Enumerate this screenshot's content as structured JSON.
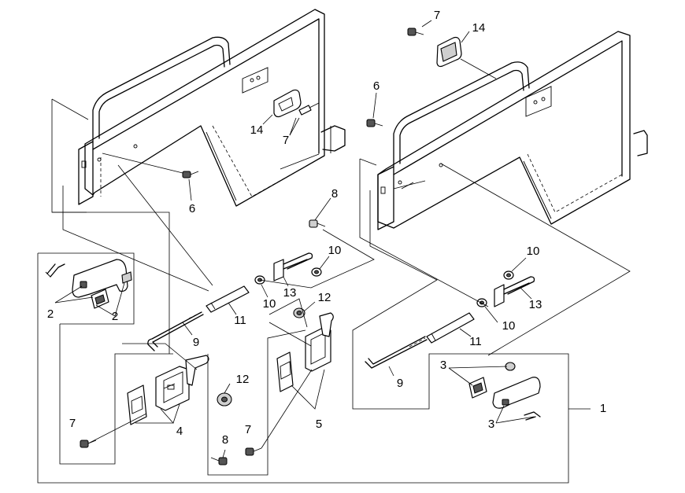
{
  "callouts": [
    {
      "id": "c-7-top",
      "text": "7"
    },
    {
      "id": "c-14-top",
      "text": "14"
    },
    {
      "id": "c-6-right",
      "text": "6"
    },
    {
      "id": "c-14-left",
      "text": "14"
    },
    {
      "id": "c-7-left",
      "text": "7"
    },
    {
      "id": "c-6-left",
      "text": "6"
    },
    {
      "id": "c-8-mid",
      "text": "8"
    },
    {
      "id": "c-10-mid",
      "text": "10"
    },
    {
      "id": "c-10-right-top",
      "text": "10"
    },
    {
      "id": "c-13-mid",
      "text": "13"
    },
    {
      "id": "c-10-mid-low",
      "text": "10"
    },
    {
      "id": "c-13-right",
      "text": "13"
    },
    {
      "id": "c-10-right-low",
      "text": "10"
    },
    {
      "id": "c-12-mid",
      "text": "12"
    },
    {
      "id": "c-11-left",
      "text": "11"
    },
    {
      "id": "c-11-right",
      "text": "11"
    },
    {
      "id": "c-9-left",
      "text": "9"
    },
    {
      "id": "c-9-right",
      "text": "9"
    },
    {
      "id": "c-2-a",
      "text": "2"
    },
    {
      "id": "c-2-b",
      "text": "2"
    },
    {
      "id": "c-12-low",
      "text": "12"
    },
    {
      "id": "c-3-a",
      "text": "3"
    },
    {
      "id": "c-3-b",
      "text": "3"
    },
    {
      "id": "c-1",
      "text": "1"
    },
    {
      "id": "c-4",
      "text": "4"
    },
    {
      "id": "c-5",
      "text": "5"
    },
    {
      "id": "c-7-bl",
      "text": "7"
    },
    {
      "id": "c-8-bot",
      "text": "8"
    },
    {
      "id": "c-7-bot",
      "text": "7"
    }
  ]
}
